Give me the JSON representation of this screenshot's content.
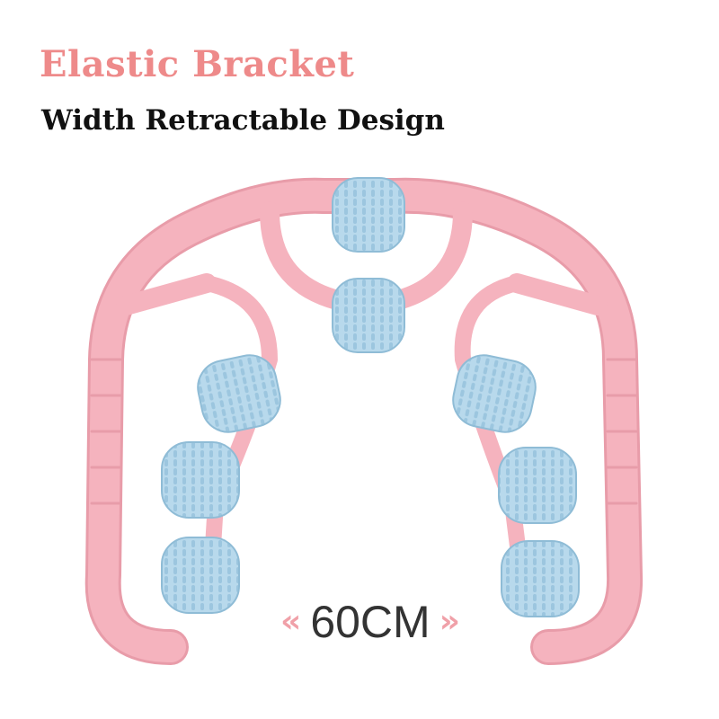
{
  "header": {
    "title": "Elastic Bracket",
    "subtitle": "Width Retractable Design"
  },
  "measurement": {
    "label": "60CM",
    "left_arrow_icon": "double-chevron-left-icon",
    "right_arrow_icon": "double-chevron-right-icon"
  },
  "colors": {
    "title": "#EE8A8A",
    "subtitle": "#111111",
    "frame_pink": "#F5B3BE",
    "frame_shadow": "#E89CA9",
    "roller_blue": "#B8D9EC",
    "roller_shadow": "#8FBCD6",
    "arrow_pink": "#F0A0A8"
  }
}
